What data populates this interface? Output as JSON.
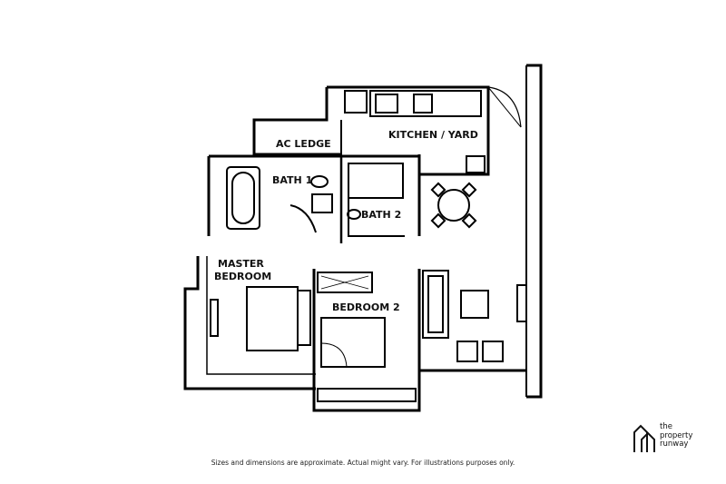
{
  "rooms": {
    "ac_ledge": "AC LEDGE",
    "kitchen_yard": "KITCHEN / YARD",
    "bath1": "BATH 1",
    "bath2": "BATH 2",
    "master_bedroom_line1": "MASTER",
    "master_bedroom_line2": "BEDROOM",
    "bedroom2": "BEDROOM 2"
  },
  "disclaimer": "Sizes and dimensions are approximate. Actual might vary. For illustrations purposes only.",
  "logo": {
    "line1": "the",
    "line2": "property",
    "line3": "runway",
    "icon": "house-outline-icon"
  }
}
